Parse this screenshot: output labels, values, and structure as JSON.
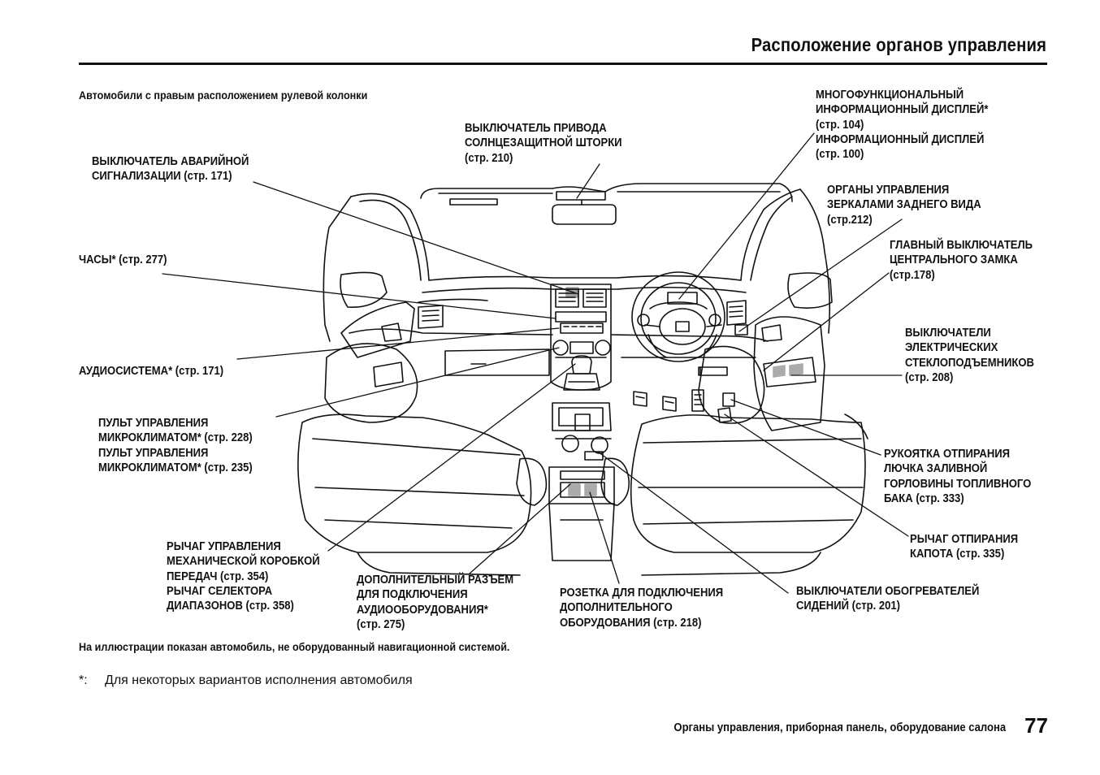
{
  "header": {
    "title": "Расположение органов управления"
  },
  "subtitle": "Автомобили с правым расположением рулевой колонки",
  "callouts": {
    "hazard": [
      "ВЫКЛЮЧАТЕЛЬ АВАРИЙНОЙ",
      "СИГНАЛИЗАЦИИ (стр. 171)"
    ],
    "clock": [
      "ЧАСЫ* (стр. 277)"
    ],
    "audio": [
      "АУДИОСИСТЕМА* (стр. 171)"
    ],
    "climate": [
      "ПУЛЬТ УПРАВЛЕНИЯ",
      "МИКРОКЛИМАТОМ* (стр. 228)",
      "ПУЛЬТ УПРАВЛЕНИЯ",
      "МИКРОКЛИМАТОМ* (стр. 235)"
    ],
    "gear": [
      "РЫЧАГ УПРАВЛЕНИЯ",
      "МЕХАНИЧЕСКОЙ КОРОБКОЙ",
      "ПЕРЕДАЧ (стр. 354)",
      "РЫЧАГ СЕЛЕКТОРА",
      "ДИАПАЗОНОВ (стр. 358)"
    ],
    "aux_jack": [
      "ДОПОЛНИТЕЛЬНЫЙ РАЗЪЕМ",
      "ДЛЯ ПОДКЛЮЧЕНИЯ",
      "АУДИООБОРУДОВАНИЯ*",
      "(стр. 275)"
    ],
    "power_outlet": [
      "РОЗЕТКА ДЛЯ ПОДКЛЮЧЕНИЯ",
      "ДОПОЛНИТЕЛЬНОГО",
      "ОБОРУДОВАНИЯ (стр. 218)"
    ],
    "seat_heaters": [
      "ВЫКЛЮЧАТЕЛИ ОБОГРЕВАТЕЛЕЙ",
      "СИДЕНИЙ (стр. 201)"
    ],
    "sunshade": [
      "ВЫКЛЮЧАТЕЛЬ ПРИВОДА",
      "СОЛНЦЕЗАЩИТНОЙ ШТОРКИ",
      "(стр. 210)"
    ],
    "display": [
      "МНОГОФУНКЦИОНАЛЬНЫЙ",
      "ИНФОРМАЦИОННЫЙ ДИСПЛЕЙ*",
      "(стр. 104)",
      "ИНФОРМАЦИОННЫЙ ДИСПЛЕЙ",
      "(стр. 100)"
    ],
    "mirrors": [
      "ОРГАНЫ УПРАВЛЕНИЯ",
      "ЗЕРКАЛАМИ ЗАДНЕГО ВИДА",
      "(стр.212)"
    ],
    "door_lock": [
      "ГЛАВНЫЙ ВЫКЛЮЧАТЕЛЬ",
      "ЦЕНТРАЛЬНОГО ЗАМКА",
      "(стр.178)"
    ],
    "windows": [
      "ВЫКЛЮЧАТЕЛИ",
      "ЭЛЕКТРИЧЕСКИХ",
      "СТЕКЛОПОДЪЕМНИКОВ",
      "(стр. 208)"
    ],
    "fuel_lid": [
      "РУКОЯТКА ОТПИРАНИЯ",
      "ЛЮЧКА ЗАЛИВНОЙ",
      "ГОРЛОВИНЫ ТОПЛИВНОГО",
      "БАКА (стр. 333)"
    ],
    "hood": [
      "РЫЧАГ ОТПИРАНИЯ",
      "КАПОТА (стр. 335)"
    ]
  },
  "note": "На иллюстрации показан автомобиль, не оборудованный навигационной системой.",
  "footnote": {
    "mark": "*:",
    "text": "Для некоторых вариантов исполнения автомобиля"
  },
  "footer": {
    "section": "Органы управления, приборная панель, оборудование салона",
    "page": "77"
  }
}
